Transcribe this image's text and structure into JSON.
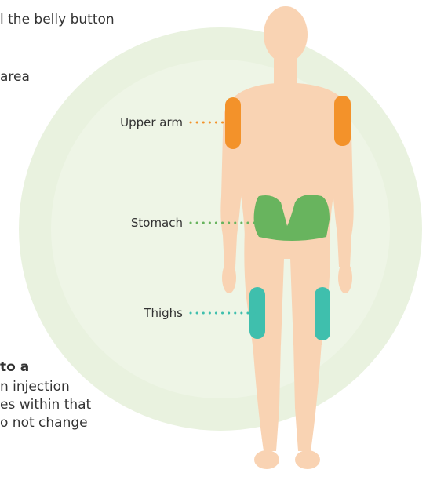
{
  "left_text": {
    "line1": "l the belly button",
    "line2": "area",
    "para_bold": "to a",
    "para_line1": "n injection",
    "para_line2": "es within that",
    "para_line3": "o not change"
  },
  "labels": {
    "upper_arm": "Upper arm",
    "stomach": "Stomach",
    "thighs": "Thighs"
  },
  "colors": {
    "circle_outer": "#e9f2df",
    "circle_inner": "#eef5e6",
    "body": "#f9d3b3",
    "upper_arm": "#f3922a",
    "stomach": "#68b45e",
    "thighs": "#3fbfad"
  }
}
